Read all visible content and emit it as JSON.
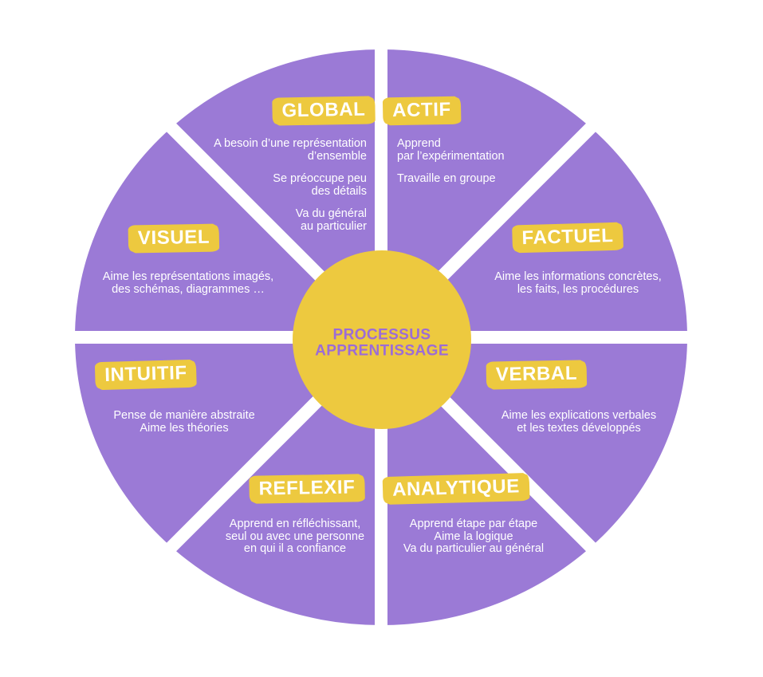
{
  "title": "Processus apprentissage — roue des styles d'apprentissage",
  "colors": {
    "purple": "#9b7ad6",
    "yellow": "#edc93f",
    "center_text": "#9c6cd6",
    "body_text": "#ffffff",
    "background": "#ffffff"
  },
  "center": {
    "line1": "PROCESSUS",
    "line2": "APPRENTISSAGE"
  },
  "segments": [
    {
      "id": "global",
      "label": "GLOBAL",
      "paragraphs": [
        [
          "A besoin d’une représentation",
          "d’ensemble"
        ],
        [
          "Se préoccupe peu",
          "des détails"
        ],
        [
          "Va du général",
          "au particulier"
        ]
      ]
    },
    {
      "id": "actif",
      "label": "ACTIF",
      "paragraphs": [
        [
          "Apprend",
          "par l’expérimentation"
        ],
        [
          "Travaille en groupe"
        ]
      ]
    },
    {
      "id": "factuel",
      "label": "FACTUEL",
      "paragraphs": [
        [
          "Aime les informations concrètes,",
          "les faits, les procédures"
        ]
      ]
    },
    {
      "id": "verbal",
      "label": "VERBAL",
      "paragraphs": [
        [
          "Aime les explications verbales",
          "et les textes développés"
        ]
      ]
    },
    {
      "id": "analytique",
      "label": "ANALYTIQUE",
      "paragraphs": [
        [
          "Apprend étape par étape",
          "Aime la logique",
          "Va du particulier au général"
        ]
      ]
    },
    {
      "id": "reflexif",
      "label": "REFLEXIF",
      "paragraphs": [
        [
          "Apprend en réfléchissant,",
          "seul ou avec une personne",
          "en qui il a confiance"
        ]
      ]
    },
    {
      "id": "intuitif",
      "label": "INTUITIF",
      "paragraphs": [
        [
          "Pense de manière abstraite",
          "Aime les théories"
        ]
      ]
    },
    {
      "id": "visuel",
      "label": "VISUEL",
      "paragraphs": [
        [
          "Aime les représentations imagés,",
          "des schémas, diagrammes …"
        ]
      ]
    }
  ]
}
